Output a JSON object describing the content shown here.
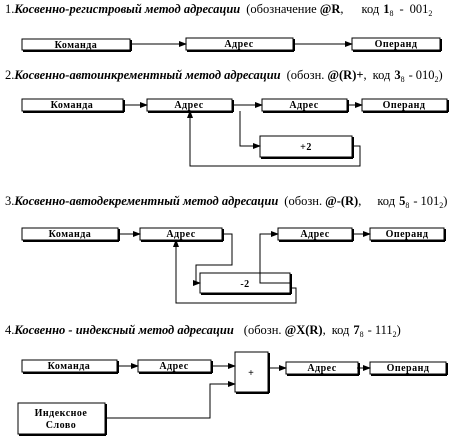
{
  "sections": [
    {
      "title": {
        "num": "1.",
        "name": "Косвенно-регистровый метод адресации",
        "notation": "(обозначение",
        "mode": "@R",
        "comma": ",",
        "code_word": "код",
        "code_base": "1",
        "code_sub": "8",
        "code_sep": "-",
        "code_bits": "001",
        "code_bits_sub": "2"
      },
      "boxes": {
        "command": "Команда",
        "address": "Адрес",
        "operand": "Операнд"
      }
    },
    {
      "title": {
        "num": "2.",
        "name": "Косвенно-автоинкрементный метод адресации",
        "notation": "(обозн.",
        "mode": "@(R)+",
        "comma": ",",
        "code_word": "код",
        "code_base": "3",
        "code_sub": "8",
        "code_sep": "-",
        "code_bits": "010",
        "code_bits_sub": "2",
        "close": ")"
      },
      "boxes": {
        "command": "Команда",
        "address1": "Адрес",
        "address2": "Адрес",
        "operand": "Операнд",
        "increment": "+2"
      }
    },
    {
      "title": {
        "num": "3.",
        "name": "Косвенно-автодекрементный метод адресации",
        "notation": "(обозн.",
        "mode": "@-(R)",
        "comma": ",",
        "code_word": "код",
        "code_base": "5",
        "code_sub": "8",
        "code_sep": "-",
        "code_bits": "101",
        "code_bits_sub": "2",
        "close": ")"
      },
      "boxes": {
        "command": "Команда",
        "address1": "Адрес",
        "address2": "Адрес",
        "operand": "Операнд",
        "decrement": "-2"
      }
    },
    {
      "title": {
        "num": "4.",
        "name": "Косвенно - индексный метод адресации",
        "notation": "(обозн.",
        "mode": "@X(R)",
        "comma": ",",
        "code_word": "код",
        "code_base": "7",
        "code_sub": "8",
        "code_sep": "-",
        "code_bits": "111",
        "code_bits_sub": "2",
        "close": ")"
      },
      "boxes": {
        "command": "Команда",
        "address1": "Адрес",
        "adder": "+",
        "address2": "Адрес",
        "operand": "Операнд",
        "index_line1": "Индексное",
        "index_line2": "Слово"
      }
    }
  ]
}
